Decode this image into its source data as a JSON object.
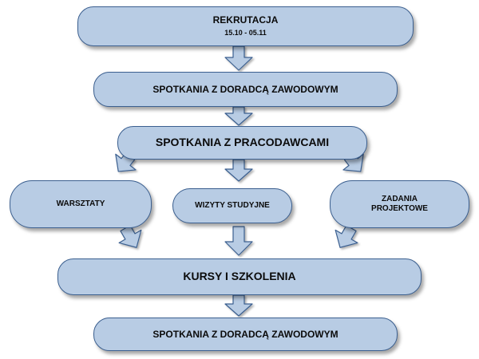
{
  "nodes": {
    "rekrutacja": {
      "label": "REKRUTACJA",
      "dates": "15.10 - 05.11"
    },
    "doradca_1": {
      "label": "SPOTKANIA Z DORADCĄ ZAWODOWYM"
    },
    "pracodawcy": {
      "label": "SPOTKANIA Z PRACODAWCAMI"
    },
    "warsztaty": {
      "label": "WARSZTATY"
    },
    "wizyty": {
      "label": "WIZYTY STUDYJNE"
    },
    "projekty": {
      "label_line1": "ZADANIA",
      "label_line2": "PROJEKTOWE"
    },
    "kursy": {
      "label": "KURSY I SZKOLENIA"
    },
    "doradca_2": {
      "label": "SPOTKANIA Z DORADCĄ ZAWODOWYM"
    }
  },
  "colors": {
    "node_fill": "#b8cce4",
    "node_border": "#3b5f8f",
    "arrow_fill": "#b8cce4",
    "arrow_border": "#3b5f8f"
  },
  "icons": {
    "arrow": "block-arrow-icon"
  }
}
